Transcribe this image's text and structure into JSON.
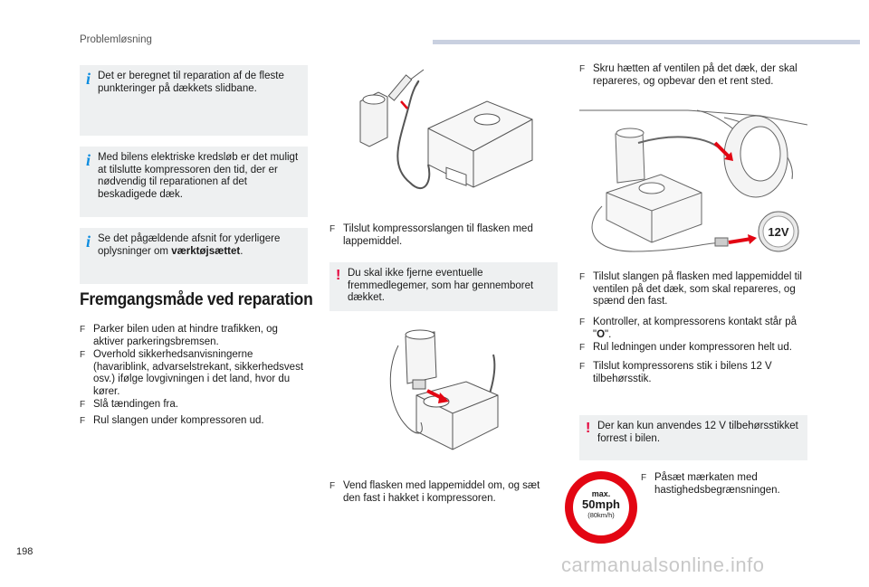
{
  "header": {
    "section": "Problemløsning",
    "page_number": "198"
  },
  "watermark": "carmanualsonline.info",
  "left": {
    "info1": "Det er beregnet til reparation af de fleste punkteringer på dækkets slidbane.",
    "info2": "Med bilens elektriske kredsløb er det muligt at tilslutte kompressoren den tid, der er nødvendig til reparationen af det beskadigede dæk.",
    "info3_pre": "Se det pågældende afsnit for yderligere oplysninger om ",
    "info3_bold": "værktøjsættet",
    "info3_post": ".",
    "heading": "Fremgangsmåde ved reparation",
    "steps": [
      "Parker bilen uden at hindre trafikken, og aktiver parkeringsbremsen.",
      "Overhold sikkerhedsanvisningerne (havariblink, advarselstrekant, sikkerhedsvest osv.) ifølge lovgivningen i det land, hvor du kører.",
      "Slå tændingen fra.",
      "Rul slangen under kompressoren ud."
    ]
  },
  "middle": {
    "step1": "Tilslut kompressorslangen til flasken med lappemiddel.",
    "warn1": "Du skal ikke fjerne eventuelle fremmedlegemer, som har gennemboret dækket.",
    "step2": "Vend flasken med lappemiddel om, og sæt den fast i hakket i kompressoren."
  },
  "right": {
    "step1": "Skru hætten af ventilen på det dæk, der skal repareres, og opbevar den et rent sted.",
    "socket_label": "12V",
    "step2": "Tilslut slangen på flasken med lappemiddel til ventilen på det dæk, som skal repareres, og spænd den fast.",
    "step3_pre": "Kontroller, at kompressorens kontakt står på \"",
    "step3_bold": "O",
    "step3_post": "\".",
    "step4": "Rul ledningen under kompressoren helt ud.",
    "step5": "Tilslut kompressorens stik i bilens 12 V tilbehørsstik.",
    "warn2": "Der kan kun anvendes 12 V tilbehørsstikket forrest i bilen.",
    "speed_l1": "max.",
    "speed_l2": "50mph",
    "speed_l3": "(80km/h)",
    "step6": "Påsæt mærkaten med hastighedsbegrænsningen."
  },
  "bullet_glyph": "F",
  "warning_mark": "!",
  "info_mark": "i",
  "colors": {
    "accent_blue": "#0d8de0",
    "warning_red": "#e30613",
    "box_bg": "#eef0f1"
  }
}
